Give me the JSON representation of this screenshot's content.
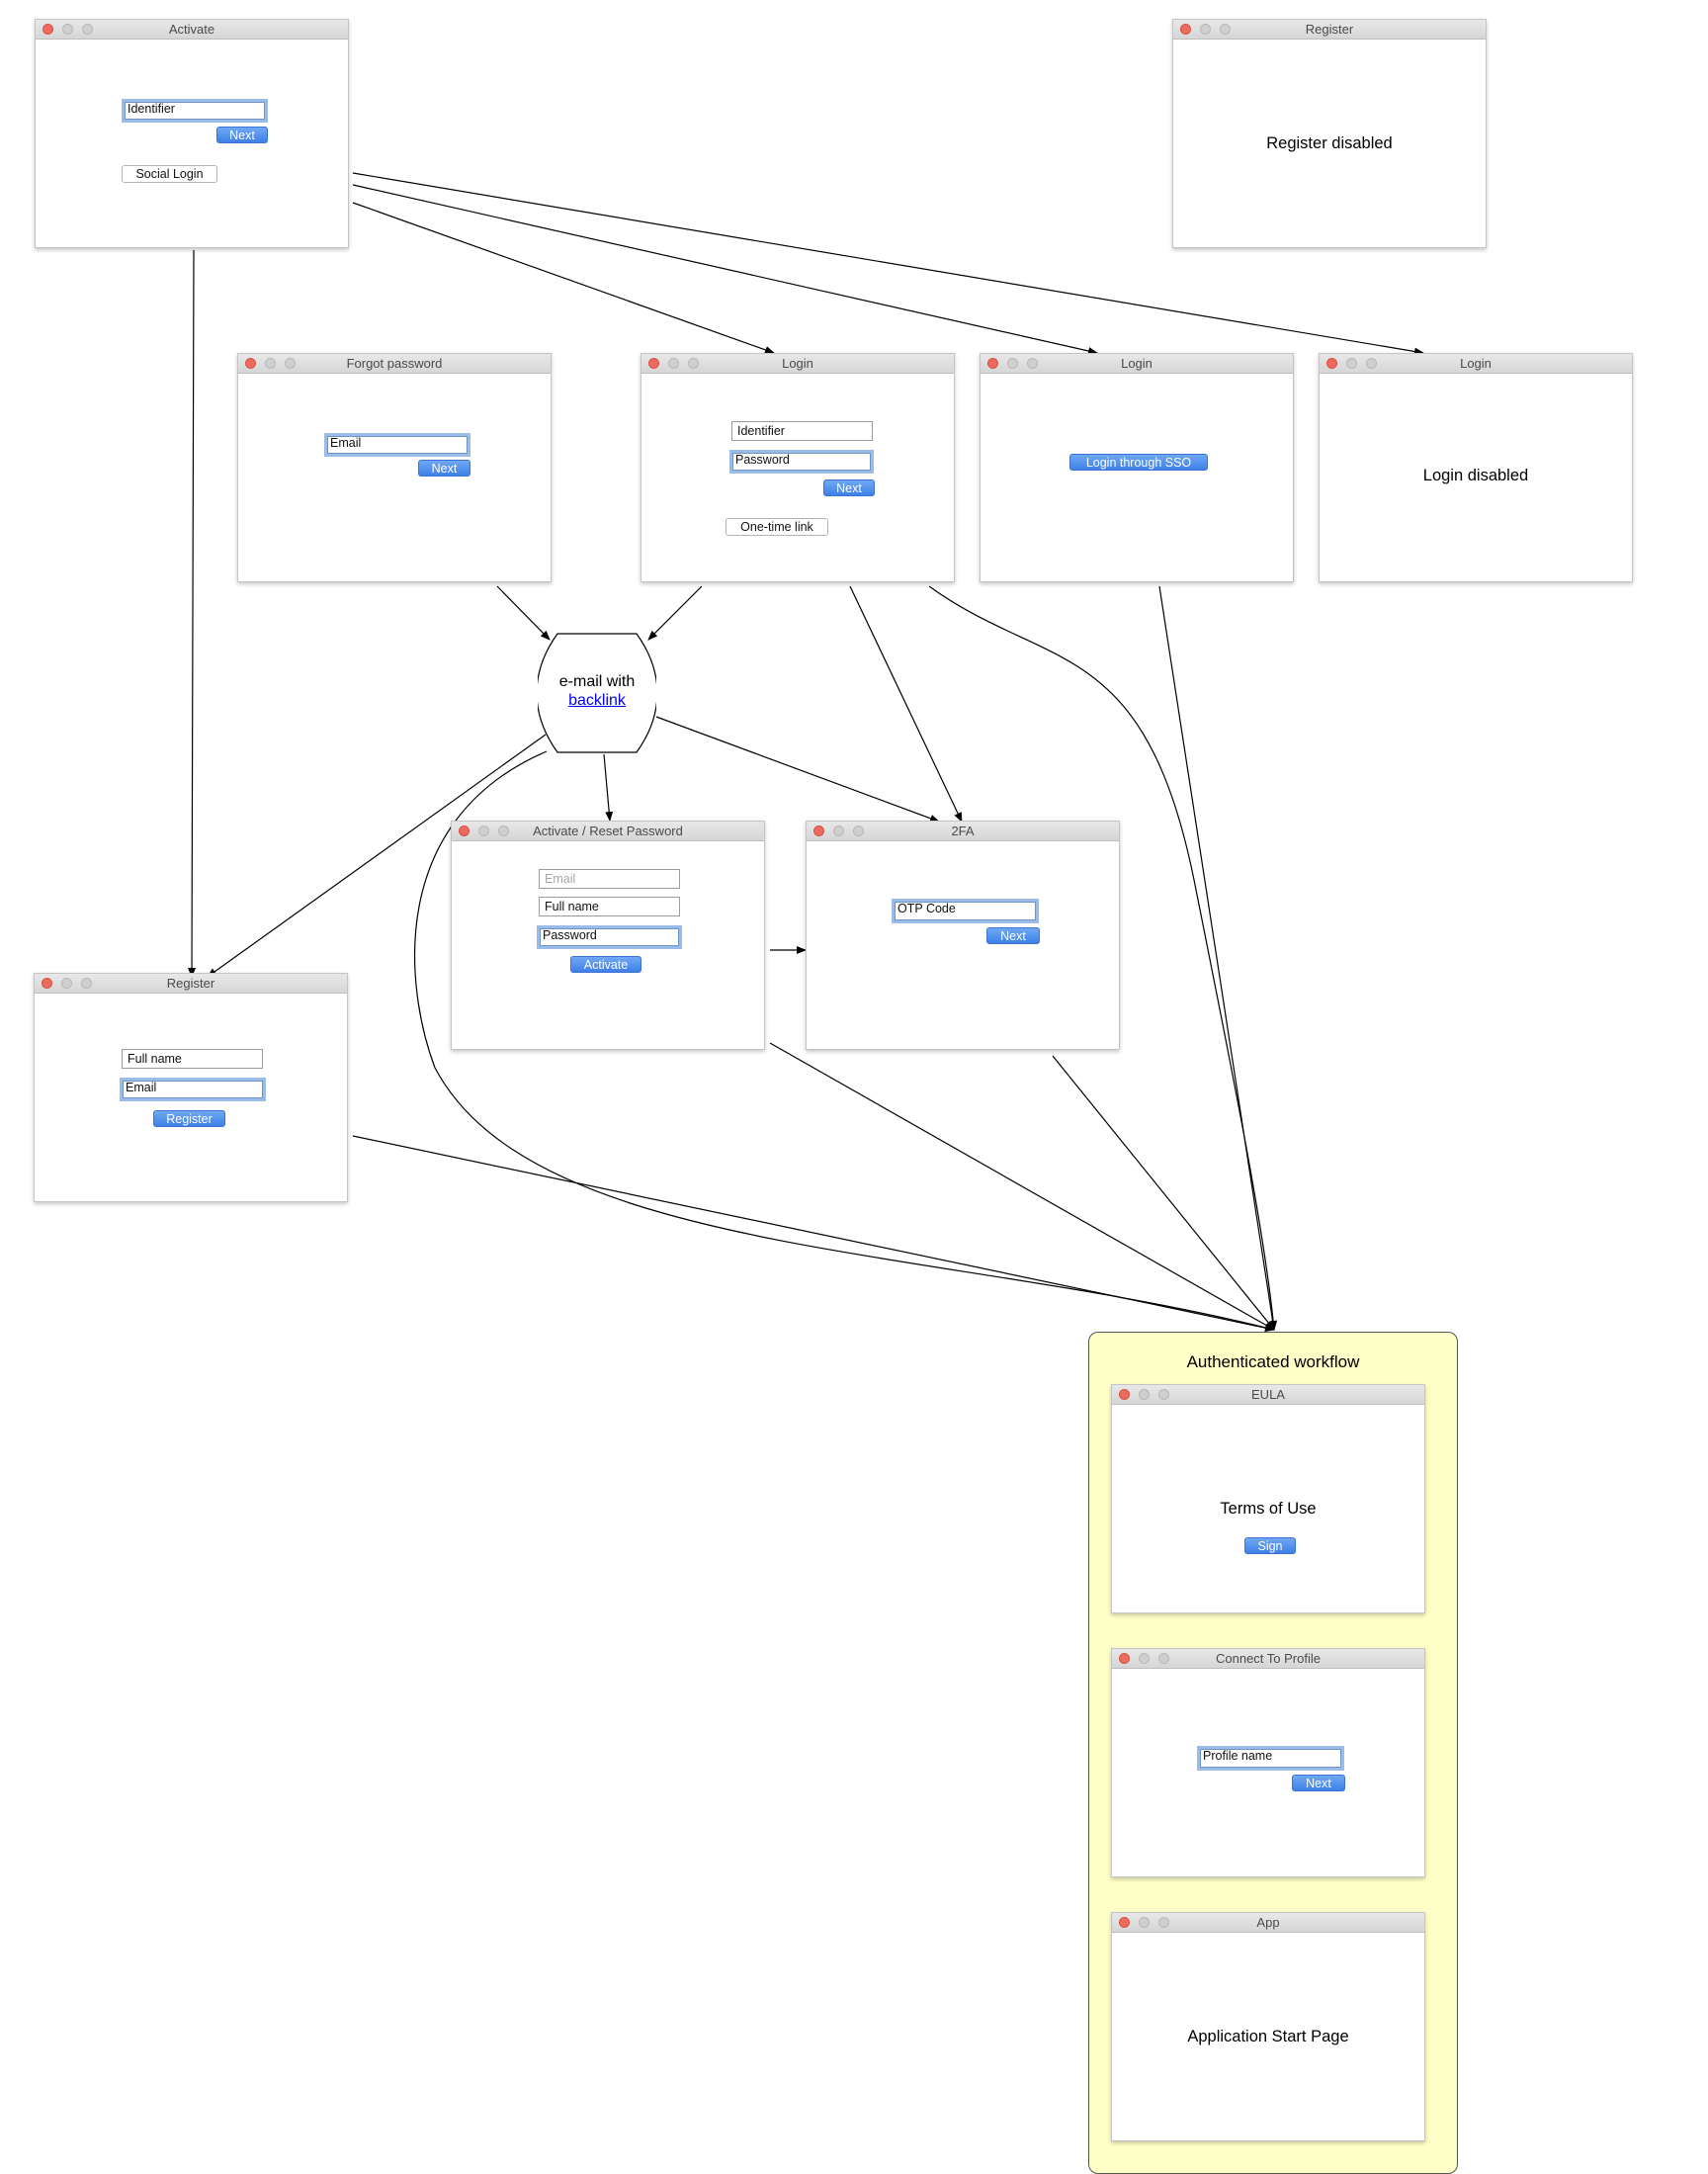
{
  "windows": {
    "activate": {
      "title": "Activate",
      "identifier": "Identifier",
      "next": "Next",
      "social_login": "Social Login"
    },
    "register_disabled": {
      "title": "Register",
      "message": "Register disabled"
    },
    "forgot_password": {
      "title": "Forgot password",
      "email": "Email",
      "next": "Next"
    },
    "login_password": {
      "title": "Login",
      "identifier": "Identifier",
      "password": "Password",
      "next": "Next",
      "one_time_link": "One-time link"
    },
    "login_sso": {
      "title": "Login",
      "sso_button": "Login through SSO"
    },
    "login_disabled": {
      "title": "Login",
      "message": "Login disabled"
    },
    "activate_reset": {
      "title": "Activate / Reset Password",
      "email": "Email",
      "full_name": "Full name",
      "password": "Password",
      "activate": "Activate"
    },
    "twofa": {
      "title": "2FA",
      "otp": "OTP Code",
      "next": "Next"
    },
    "register": {
      "title": "Register",
      "full_name": "Full name",
      "email": "Email",
      "register": "Register"
    },
    "eula": {
      "title": "EULA",
      "terms": "Terms of Use",
      "sign": "Sign"
    },
    "connect_profile": {
      "title": "Connect To Profile",
      "profile_name": "Profile name",
      "next": "Next"
    },
    "app": {
      "title": "App",
      "start_page": "Application Start Page"
    }
  },
  "email_node": {
    "line1": "e-mail with",
    "link": "backlink"
  },
  "auth_group": {
    "title": "Authenticated workflow",
    "fill": "#ffffc8"
  },
  "colors": {
    "button_blue": "#4a8af0",
    "focus_ring": "#9cbce8",
    "close_red": "#ed6a5e"
  }
}
